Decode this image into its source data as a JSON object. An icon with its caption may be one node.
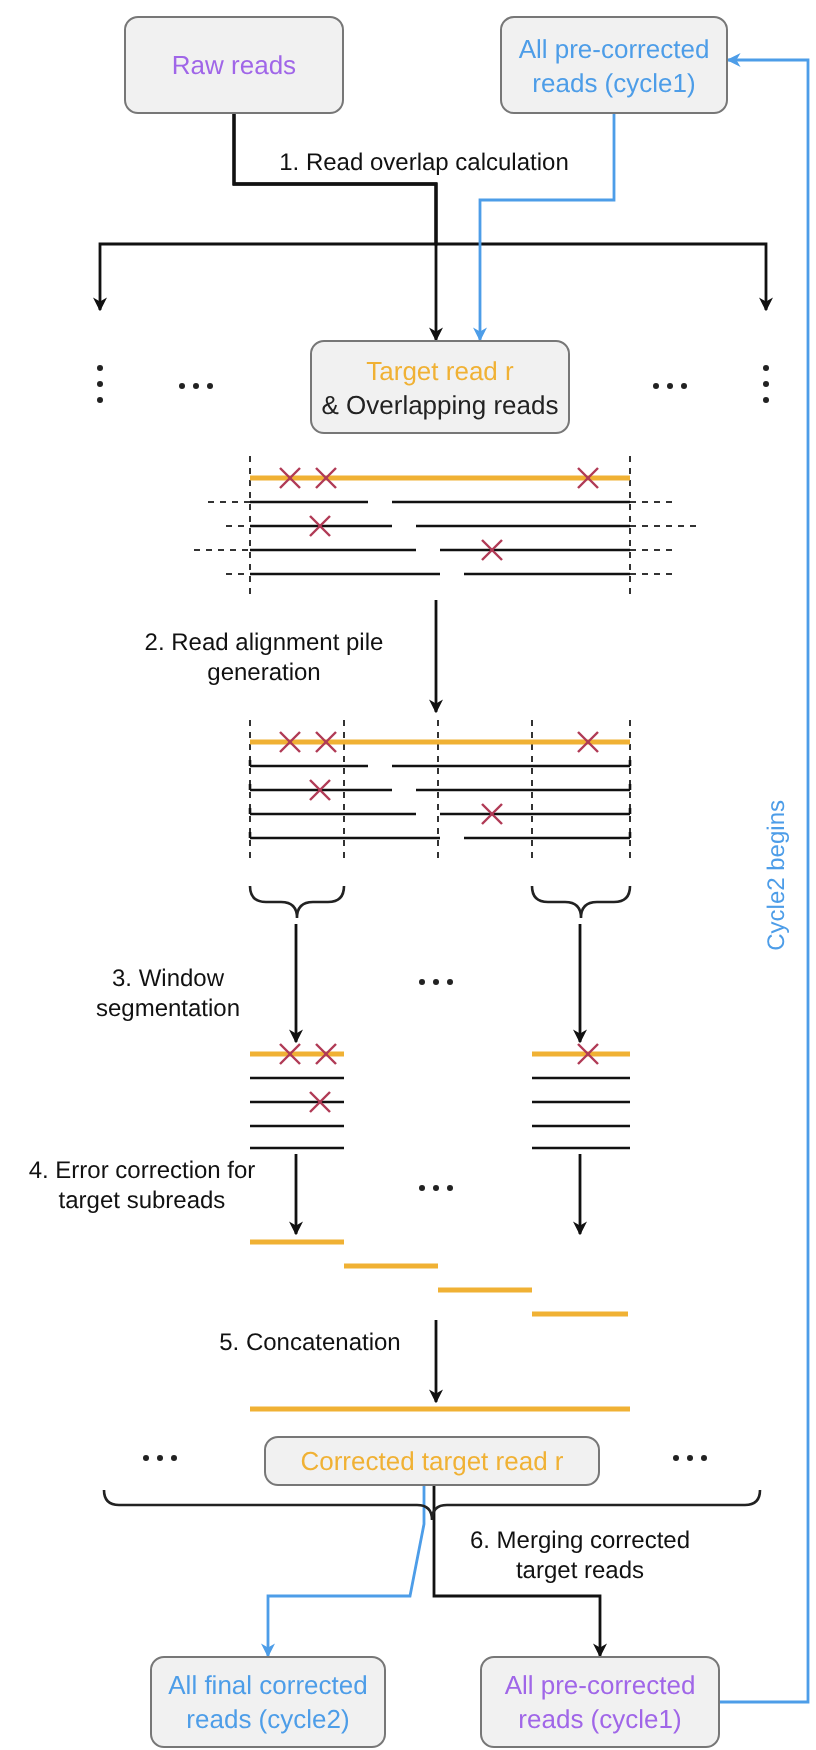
{
  "diagram": {
    "nodes": [
      {
        "text": [
          "Raw reads"
        ]
      },
      {
        "text": [
          "All pre-corrected reads (cycle1)"
        ]
      },
      {
        "text": [
          "Target read r",
          "& Overlapping reads"
        ]
      },
      {
        "text": [],
        "shape": "picture"
      },
      {
        "text": [],
        "shape": "picture"
      },
      {
        "text": [],
        "shape": "picture"
      },
      {
        "text": [],
        "shape": "picture"
      },
      {
        "text": [],
        "shape": "picture"
      },
      {
        "text": [],
        "shape": "bar"
      },
      {
        "text": [
          "Corrected target read r"
        ]
      },
      {
        "text": [
          "All final corrected reads (cycle2)"
        ]
      },
      {
        "text": [
          "All pre-corrected reads (cycle1)"
        ]
      }
    ],
    "edges": [
      {
        "from": 0,
        "to": 2,
        "arrow": "to",
        "label": "1. Read overlap calculation"
      },
      {
        "from": 0,
        "to": null,
        "arrow": "to"
      },
      {
        "from": 0,
        "to": null,
        "arrow": "to"
      },
      {
        "from": 1,
        "to": 2,
        "arrow": "to",
        "color": "#4d9de8"
      },
      {
        "from": 3,
        "to": 4,
        "arrow": "to",
        "label": "2. Read alignment pile generation"
      },
      {
        "from": 4,
        "to": 5,
        "arrow": "to",
        "label": "3. Window segmentation"
      },
      {
        "from": 4,
        "to": 6,
        "arrow": "to"
      },
      {
        "from": 5,
        "to": 7,
        "arrow": "to",
        "label": "4. Error correction for target subreads"
      },
      {
        "from": 6,
        "to": 7,
        "arrow": "to"
      },
      {
        "from": 7,
        "to": 8,
        "arrow": "to",
        "label": "5. Concatenation"
      },
      {
        "from": 9,
        "to": 10,
        "arrow": "to",
        "color": "#4d9de8"
      },
      {
        "from": 9,
        "to": 11,
        "arrow": "to",
        "label": "6. Merging corrected target reads"
      },
      {
        "from": 11,
        "to": 1,
        "arrow": "to",
        "color": "#4d9de8",
        "label": "Cycle2 begins"
      }
    ]
  }
}
